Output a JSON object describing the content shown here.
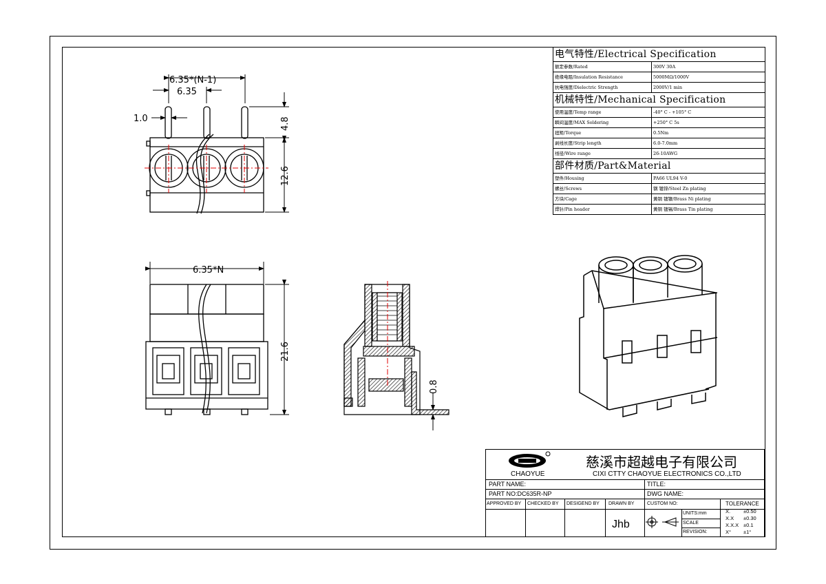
{
  "spec_table": {
    "electrical_title": "电气特性/Electrical Specification",
    "electrical_rows": [
      {
        "key": "额定参数/Rated",
        "value": "300V  30A"
      },
      {
        "key": "绝缘电阻/Insulation Resistance",
        "value": "5000MΩ/1000V"
      },
      {
        "key": "抗电强度/Dielectric Strength",
        "value": "2000V/1 min"
      }
    ],
    "mechanical_title": "机械特性/Mechanical Specification",
    "mechanical_rows": [
      {
        "key": "使用温度/Temp range",
        "value": "-40° C - +105° C"
      },
      {
        "key": "瞬间温度/MAX Soldering",
        "value": "+250° C   5s"
      },
      {
        "key": "扭矩/Torque",
        "value": "0.5Nm"
      },
      {
        "key": "剥线长度/Strip length",
        "value": "6.0-7.0mm"
      },
      {
        "key": "线径/Wire range",
        "value": "26-10AWG"
      }
    ],
    "material_title": "部件材质/Part&Material",
    "material_rows": [
      {
        "key": "塑件/Housing",
        "value": "PA66 UL94 V-0"
      },
      {
        "key": "螺丝/Screws",
        "value": "钢 镀锌/Steel Zn plating"
      },
      {
        "key": "方块/Cage",
        "value": "黄铜 镀镍/Brass Ni plating"
      },
      {
        "key": "焊针/Pin header",
        "value": "黄铜 镀锡/Brass Tin plating"
      }
    ]
  },
  "dimensions": {
    "pitch_n_minus_1": "6.35*(N-1)",
    "pitch": "6.35",
    "pin_width": "1.0",
    "pin_length": "4.8",
    "body_height": "12.6",
    "total_width": "6.35*N",
    "total_height": "21.6",
    "pin_thickness": "0.8"
  },
  "title_block": {
    "logo_text": "CHAOYUE",
    "company_cn": "慈溪市超越电子有限公司",
    "company_en": "CIXI CTTY CHAOYUE ELECTRONICS CO.,LTD",
    "part_name_label": "PART NAME:",
    "title_label": "TITLE:",
    "part_no_label": "PART NO:DC635R-NP",
    "dwg_name_label": "DWG NAME:",
    "approved_by": "APPROVED BY",
    "checked_by": "CHECKED BY",
    "designed_by": "DESIGEND BY",
    "drawn_by": "DRAWN BY",
    "drawn_by_value": "Jhb",
    "custom_no": "CUSTOM NO:",
    "units_label": "UNITS:mm",
    "scale_label": "SCALE",
    "revision_label": "REVISION:",
    "tolerance_title": "TOLERANCE",
    "tolerances": [
      {
        "fmt": "X.",
        "val": "±0.50"
      },
      {
        "fmt": "X.X",
        "val": "±0.30"
      },
      {
        "fmt": "X.X.X",
        "val": "±0.1"
      },
      {
        "fmt": "X°",
        "val": "±1°"
      }
    ]
  }
}
